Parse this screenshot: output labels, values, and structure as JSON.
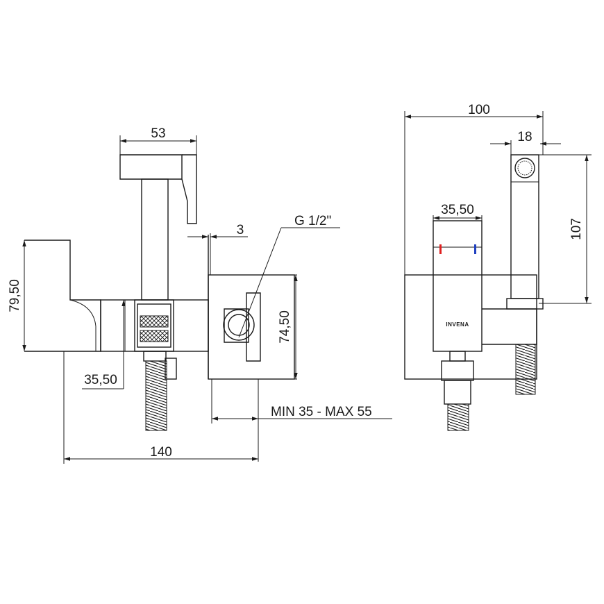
{
  "side_view": {
    "dim_top_width": "53",
    "dim_wall_gap": "3",
    "dim_thread": "G 1/2\"",
    "dim_left_height": "79,50",
    "dim_body_height": "35,50",
    "dim_box_height": "74,50",
    "dim_install_depth": "MIN 35 - MAX 55",
    "dim_total_length": "140"
  },
  "front_view": {
    "dim_total_width": "100",
    "dim_head_width": "18",
    "dim_valve_width": "35,50",
    "dim_head_height": "107",
    "brand_label": "INVENA"
  },
  "colors": {
    "line": "#1a1a1a",
    "hot_marker": "#e02020",
    "cold_marker": "#2040c0"
  }
}
